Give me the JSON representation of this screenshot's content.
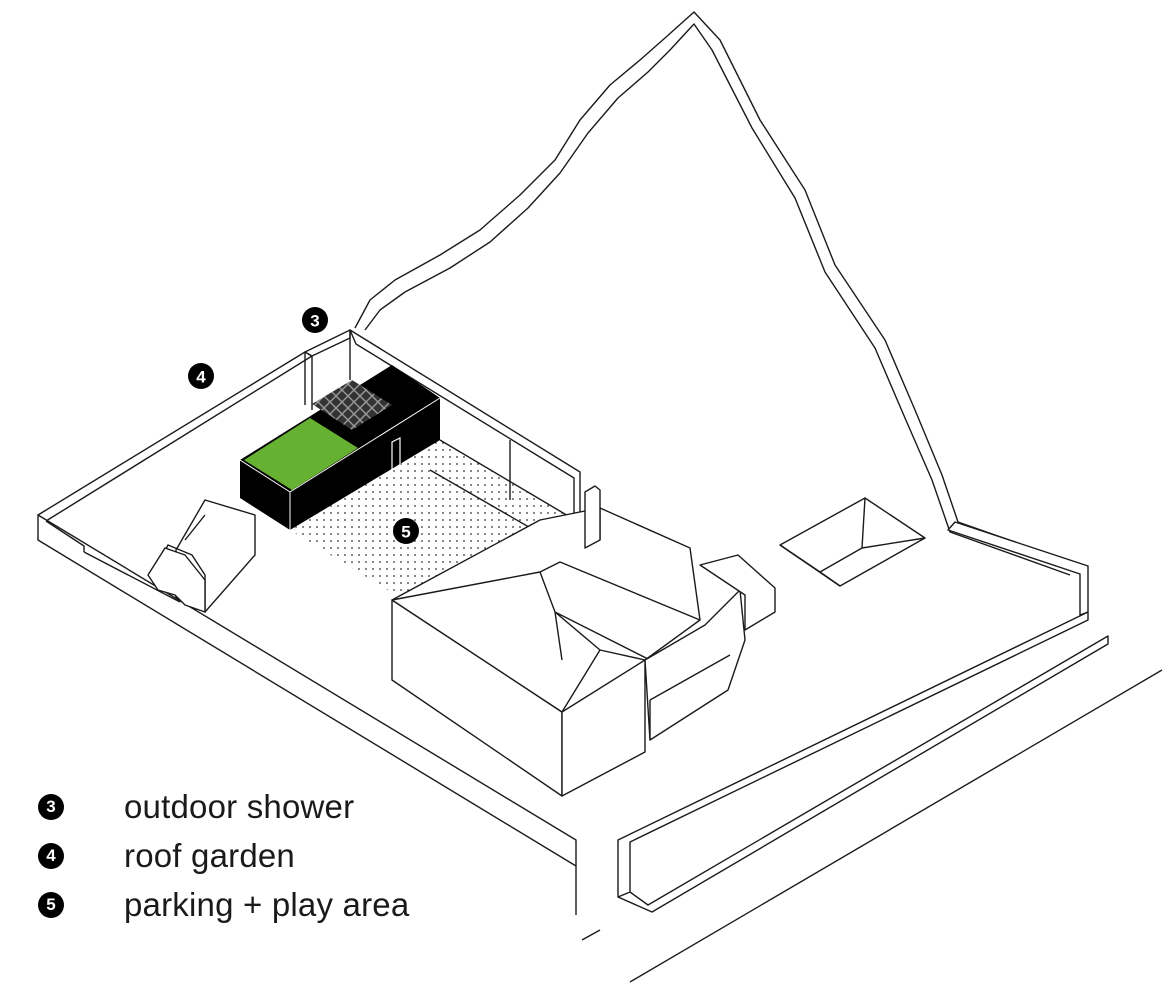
{
  "markers": {
    "m3": "3",
    "m4": "4",
    "m5": "5"
  },
  "legend": [
    {
      "number": "3",
      "label": "outdoor shower"
    },
    {
      "number": "4",
      "label": "roof garden"
    },
    {
      "number": "5",
      "label": "parking + play area"
    }
  ],
  "colors": {
    "roof_garden": "#66b032",
    "structure": "#000000",
    "linework": "#1a1a1a"
  }
}
